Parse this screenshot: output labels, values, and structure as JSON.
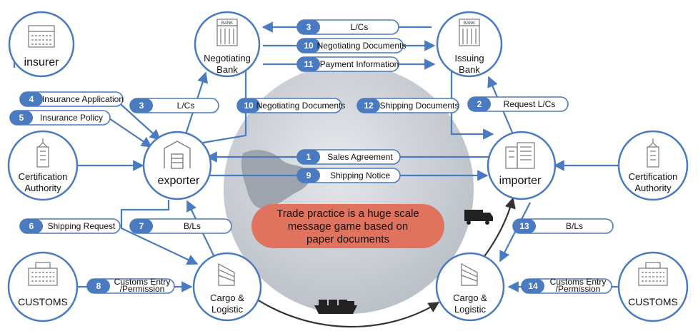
{
  "nodes": {
    "insurer": "insurer",
    "negotiating_bank": [
      "Negotiating",
      "Bank"
    ],
    "issuing_bank": [
      "Issuing",
      "Bank"
    ],
    "cert_left": [
      "Certification",
      "Authority"
    ],
    "cert_right": [
      "Certification",
      "Authority"
    ],
    "exporter": "exporter",
    "importer": "importer",
    "customs_left": "CUSTOMS",
    "customs_right": "CUSTOMS",
    "cargo_left": [
      "Cargo &",
      "Logistic"
    ],
    "cargo_right": [
      "Cargo &",
      "Logistic"
    ],
    "bank_sign": "BANK"
  },
  "messages": [
    {
      "num": "1",
      "label": "Sales Agreement"
    },
    {
      "num": "2",
      "label": "Request L/Cs"
    },
    {
      "num": "3",
      "label": "L/Cs"
    },
    {
      "num": "3",
      "label": "L/Cs"
    },
    {
      "num": "4",
      "label": "Insurance Application"
    },
    {
      "num": "5",
      "label": "Insurance Policy"
    },
    {
      "num": "6",
      "label": "Shipping Request"
    },
    {
      "num": "7",
      "label": "B/Ls"
    },
    {
      "num": "8",
      "label": "Customs Entry\n/Permission"
    },
    {
      "num": "9",
      "label": "Shipping Notice"
    },
    {
      "num": "10",
      "label": "Negotiating Documents"
    },
    {
      "num": "10",
      "label": "Negotiating Documents"
    },
    {
      "num": "11",
      "label": "Payment Information"
    },
    {
      "num": "12",
      "label": "Shipping Documents"
    },
    {
      "num": "13",
      "label": "B/Ls"
    },
    {
      "num": "14",
      "label": "Customs Entry\n/Permission"
    }
  ],
  "callout": [
    "Trade practice is a huge scale",
    "message game based on",
    "paper documents"
  ],
  "colors": {
    "accent": "#4a7ac0",
    "badge": "#4a7ac0",
    "callout_fill": "#e0735e",
    "globe": "#c8ccd4",
    "ship_arrow": "#333333"
  }
}
